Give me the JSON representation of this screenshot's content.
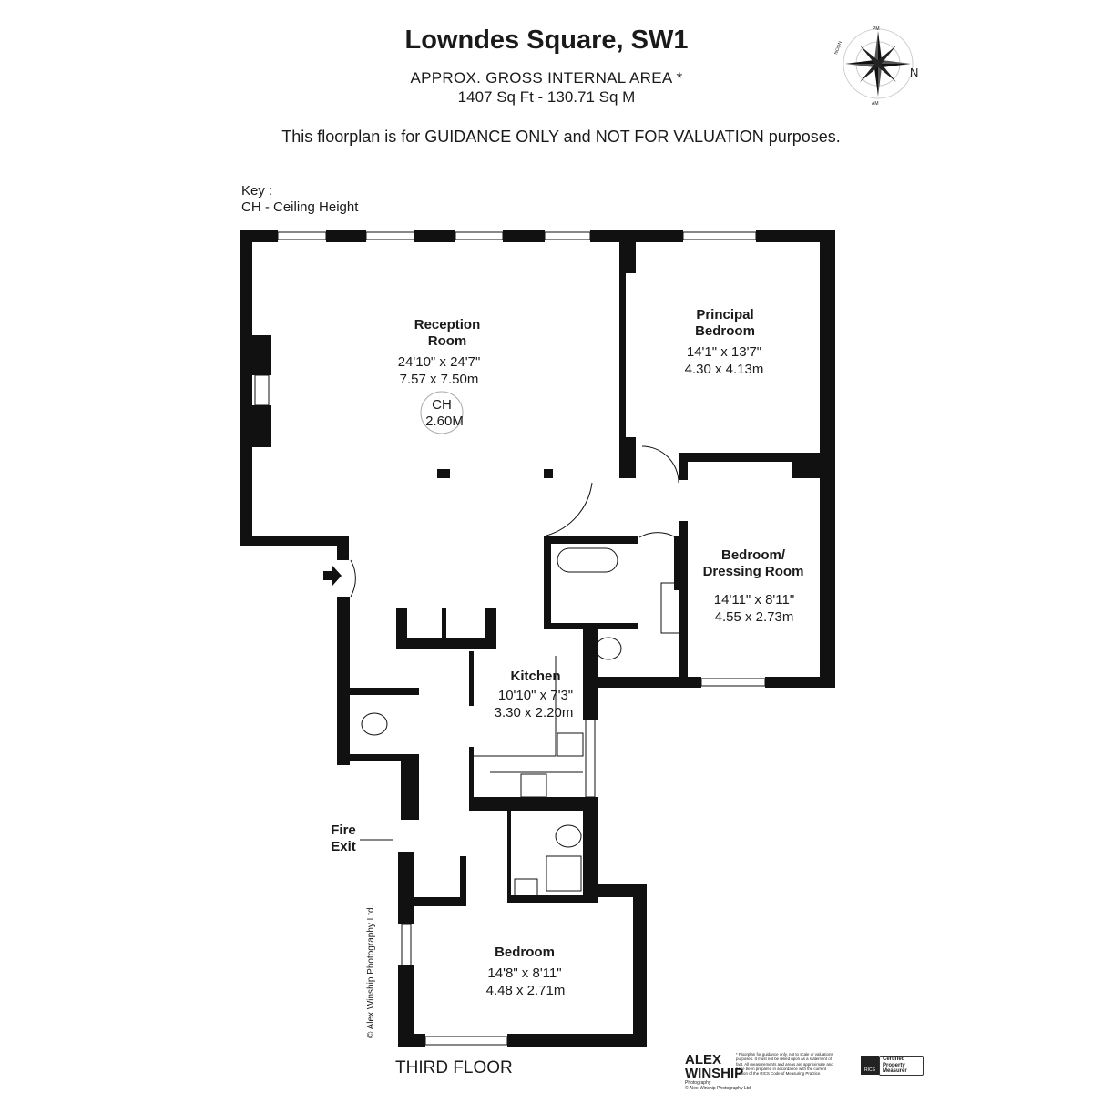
{
  "header": {
    "title": "Lowndes Square, SW1",
    "area_label": "APPROX. GROSS INTERNAL  AREA *",
    "area_value": "1407 Sq Ft  -  130.71 Sq M",
    "disclaimer": "This floorplan is for GUIDANCE ONLY and NOT FOR VALUATION purposes."
  },
  "key": {
    "title": "Key :",
    "entry": "CH - Ceiling Height"
  },
  "compass": {
    "north": "N",
    "labels": [
      "PM",
      "NOON",
      "AM"
    ]
  },
  "rooms": [
    {
      "name1": "Reception",
      "name2": "Room",
      "imperial": "24'10\" x 24'7\"",
      "metric": "7.57 x 7.50m"
    },
    {
      "name1": "Principal",
      "name2": "Bedroom",
      "imperial": "14'1\" x 13'7\"",
      "metric": "4.30 x 4.13m"
    },
    {
      "name1": "Bedroom/",
      "name2": "Dressing Room",
      "imperial": "14'11\" x 8'11\"",
      "metric": "4.55 x 2.73m"
    },
    {
      "name1": "Kitchen",
      "imperial": "10'10\" x 7'3\"",
      "metric": "3.30 x 2.20m"
    },
    {
      "name1": "Bedroom",
      "imperial": "14'8\" x 8'11\"",
      "metric": "4.48 x 2.71m"
    }
  ],
  "ceiling": {
    "label": "CH",
    "value": "2.60M"
  },
  "fire_exit": {
    "line1": "Fire",
    "line2": "Exit"
  },
  "floor_label": "THIRD FLOOR",
  "copyright": "© Alex Winship Photography Ltd.",
  "footer": {
    "logo_line1": "ALEX",
    "logo_line2": "WINSHIP",
    "logo_sub": "Photography",
    "logo_copyright": "© Alex Winship Photography Ltd.",
    "footnote": "* Floorplan for guidance only, not to scale or valuations purposes. It must not be relied upon as a statement of fact. All measurements and areas are approximate and have been prepared in accordance with the current edition of the RICS Code of Measuring Practice.",
    "rics": "RICS",
    "certification": "Certified Property Measurer"
  }
}
